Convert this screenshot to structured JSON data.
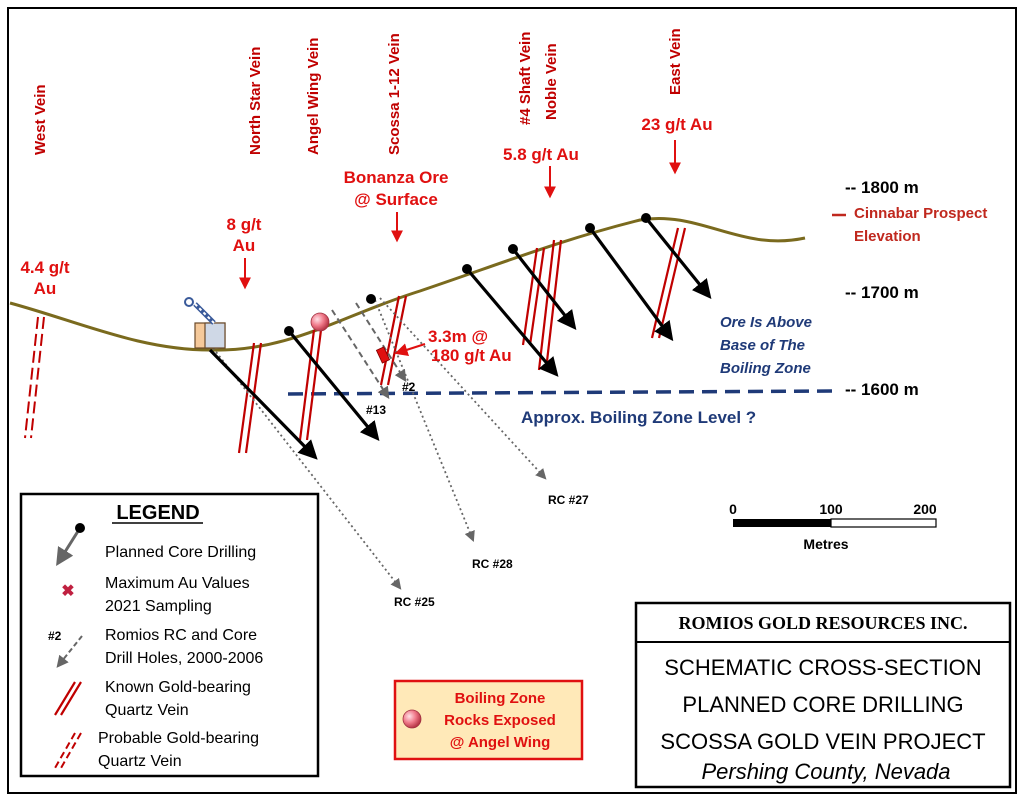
{
  "veins": {
    "west": "West Vein",
    "north_star": "North Star Vein",
    "angel_wing": "Angel Wing Vein",
    "scossa": "Scossa 1-12 Vein",
    "shaft4": "#4 Shaft Vein",
    "noble": "Noble Vein",
    "east": "East Vein"
  },
  "grades": {
    "west_line1": "4.4 g/t",
    "west_line2": "Au",
    "north_star_line1": "8 g/t",
    "north_star_line2": "Au",
    "bonanza_line1": "Bonanza Ore",
    "bonanza_line2": "@ Surface",
    "shaft": "5.8 g/t Au",
    "east": "23 g/t Au",
    "max_line1": "3.3m @",
    "max_line2": "180 g/t Au"
  },
  "elevations": {
    "e1800": "-- 1800 m",
    "e1700": "-- 1700 m",
    "e1600": "-- 1600 m",
    "cinnabar_line1": "Cinnabar Prospect",
    "cinnabar_line2": "Elevation"
  },
  "notes": {
    "ore_line1": "Ore Is Above",
    "ore_line2": "Base of The",
    "ore_line3": "Boiling Zone",
    "boiling_level": "Approx. Boiling Zone Level ?"
  },
  "holes": {
    "h2": "#2",
    "h13": "#13",
    "rc27": "RC #27",
    "rc28": "RC #28",
    "rc25": "RC #25"
  },
  "scale": {
    "t0": "0",
    "t100": "100",
    "t200": "200",
    "unit": "Metres"
  },
  "legend": {
    "title": "LEGEND",
    "planned": "Planned Core Drilling",
    "max_line1": "Maximum Au Values",
    "max_line2": "2021 Sampling",
    "hole_tag": "#2",
    "romios_line1": "Romios RC and Core",
    "romios_line2": "Drill Holes, 2000-2006",
    "known_line1": "Known Gold-bearing",
    "known_line2": "Quartz Vein",
    "probable_line1": "Probable Gold-bearing",
    "probable_line2": "Quartz Vein"
  },
  "boiling_box": {
    "line1": "Boiling Zone",
    "line2": "Rocks Exposed",
    "line3": "@ Angel Wing"
  },
  "title_block": {
    "company": "ROMIOS GOLD RESOURCES INC.",
    "line1": "SCHEMATIC CROSS-SECTION",
    "line2": "PLANNED CORE DRILLING",
    "line3": "SCOSSA GOLD VEIN PROJECT",
    "line4": "Pershing County, Nevada"
  },
  "colors": {
    "ground": "#7a6a1e",
    "vein_red": "#c00000",
    "boiling_blue": "#1f3a78",
    "boil_box_fill": "#ffe9b8",
    "boil_box_border": "#e01010"
  }
}
